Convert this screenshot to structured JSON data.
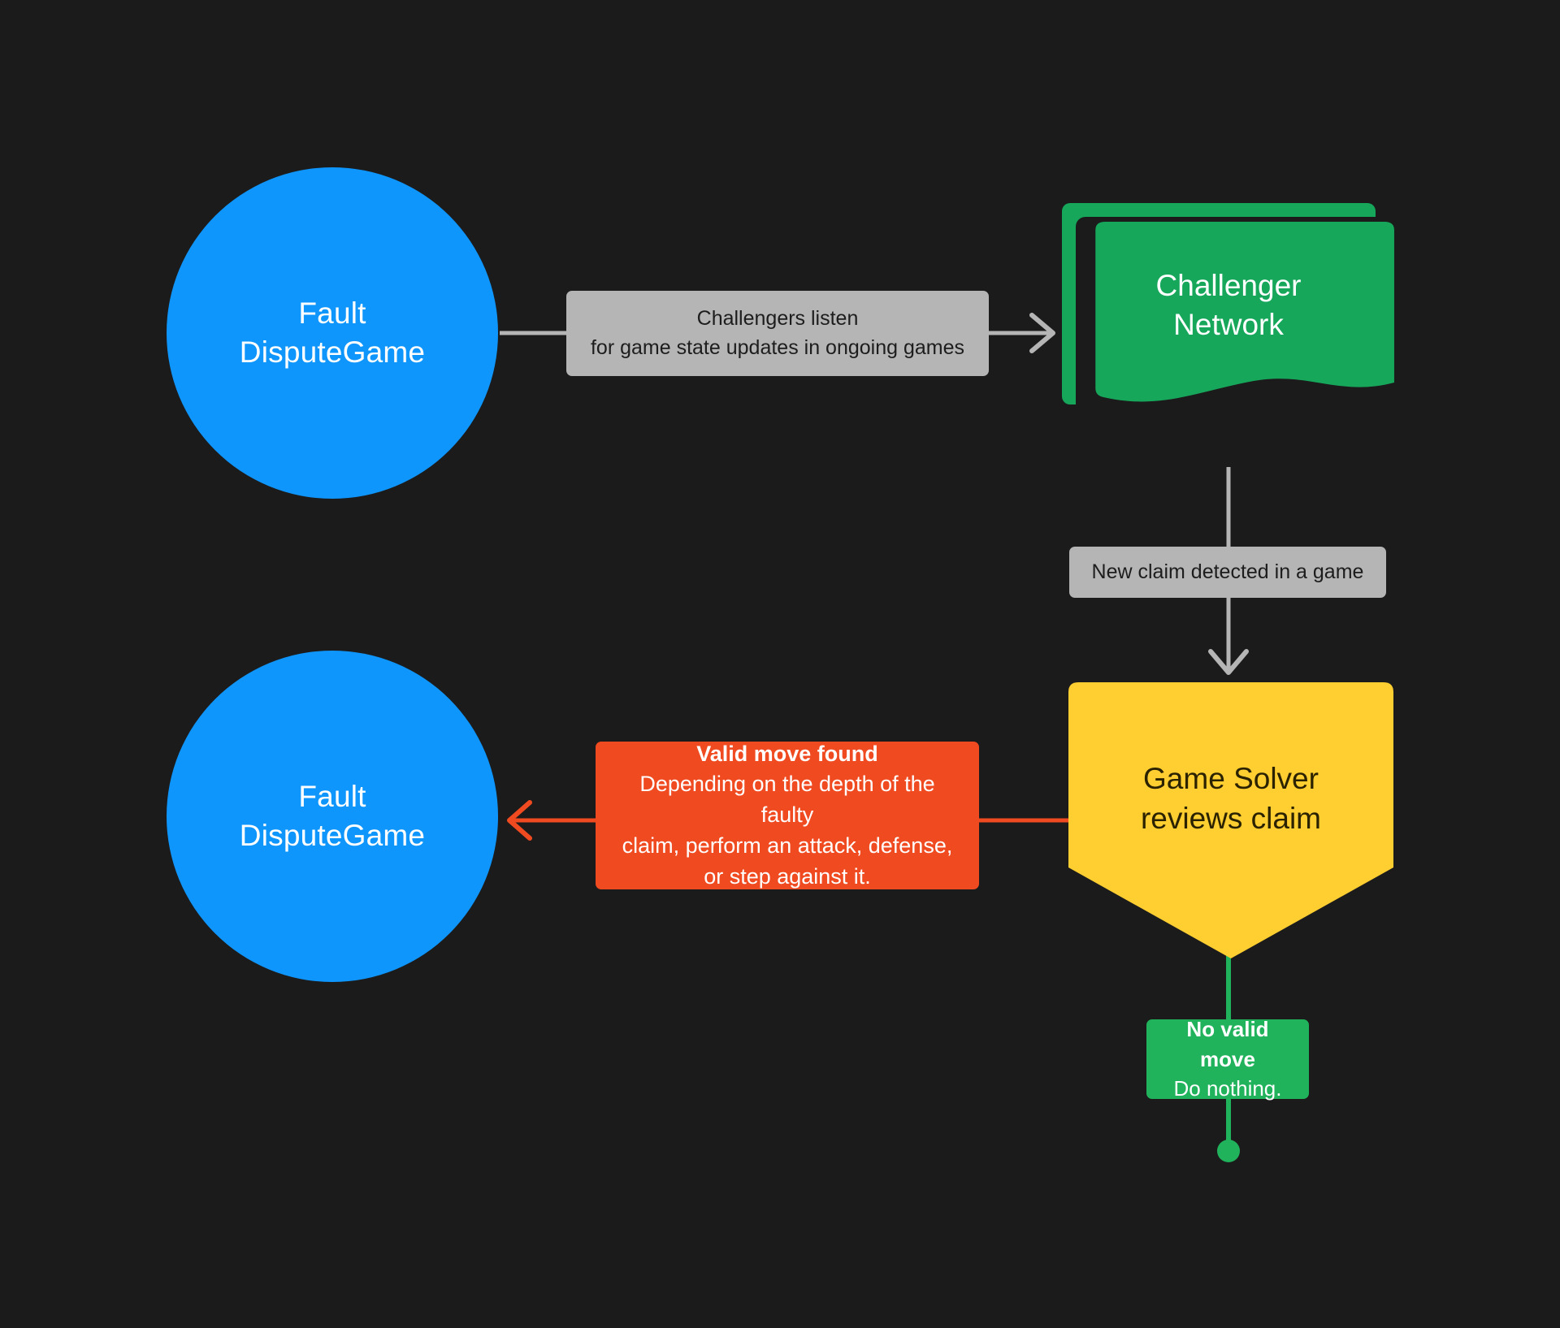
{
  "diagram": {
    "title": "Fault Dispute Game challenger flow",
    "background_color": "#1b1b1b"
  },
  "colors": {
    "background": "#1b1b1b",
    "blue_node": "#0f96fd",
    "green_node": "#16a75b",
    "yellow_node": "#ffce31",
    "gray_label": "#b5b5b5",
    "orange_label": "#f04a20",
    "green_label": "#21b35c",
    "gray_edge": "#b5b5b5",
    "orange_edge": "#f04a20",
    "green_edge": "#21b35c"
  },
  "nodes": [
    {
      "id": "fault-dispute-game-top",
      "shape": "circle",
      "label": "Fault\nDisputeGame",
      "fill": "#0f96fd",
      "text_color": "#ffffff"
    },
    {
      "id": "challenger-network",
      "shape": "multi-document",
      "label": "Challenger\nNetwork",
      "fill": "#16a75b",
      "text_color": "#ffffff"
    },
    {
      "id": "game-solver",
      "shape": "pentagon-down",
      "label": "Game Solver\nreviews claim",
      "fill": "#ffce31",
      "text_color": "#2a2200"
    },
    {
      "id": "fault-dispute-game-bottom",
      "shape": "circle",
      "label": "Fault\nDisputeGame",
      "fill": "#0f96fd",
      "text_color": "#ffffff"
    }
  ],
  "edges": [
    {
      "id": "edge-listen",
      "from": "fault-dispute-game-top",
      "to": "challenger-network",
      "color": "#b5b5b5",
      "direction": "right",
      "label_lines": [
        "Challengers listen",
        "for game state updates in ongoing games"
      ]
    },
    {
      "id": "edge-new-claim",
      "from": "challenger-network",
      "to": "game-solver",
      "color": "#b5b5b5",
      "direction": "down",
      "label_lines": [
        "New claim detected in a game"
      ]
    },
    {
      "id": "edge-valid-move",
      "from": "game-solver",
      "to": "fault-dispute-game-bottom",
      "color": "#f04a20",
      "direction": "left",
      "label_heading": "Valid move found",
      "label_lines": [
        "Depending on the depth of the faulty",
        "claim, perform an attack, defense,",
        "or step against it."
      ]
    },
    {
      "id": "edge-no-valid-move",
      "from": "game-solver",
      "to": "terminal-dot",
      "color": "#21b35c",
      "direction": "down",
      "label_heading": "No valid move",
      "label_lines": [
        "Do nothing."
      ]
    }
  ],
  "labels": {
    "listen_line1": "Challengers listen",
    "listen_line2": "for game state updates in ongoing games",
    "new_claim": "New claim detected in a game",
    "valid_move_heading": "Valid move found",
    "valid_move_body": "Depending on the depth of the faulty\nclaim, perform an attack, defense,\nor step against it.",
    "no_valid_move_heading": "No valid move",
    "no_valid_move_body": "Do nothing."
  },
  "node_text": {
    "fdg_top": "Fault\nDisputeGame",
    "challenger_network": "Challenger\nNetwork",
    "game_solver": "Game Solver\nreviews claim",
    "fdg_bottom": "Fault\nDisputeGame"
  }
}
